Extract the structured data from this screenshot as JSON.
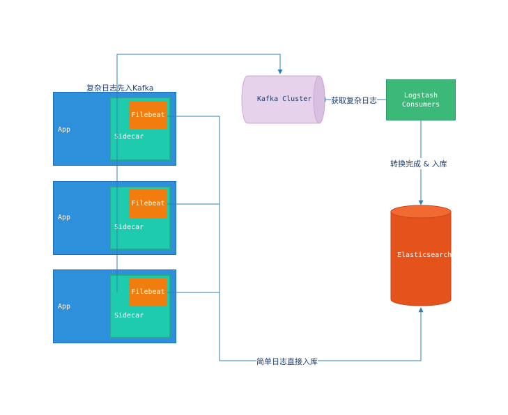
{
  "apps": [
    {
      "app_label": "App",
      "sidecar_label": "Sidecar",
      "filebeat_label": "Filebeat"
    },
    {
      "app_label": "App",
      "sidecar_label": "Sidecar",
      "filebeat_label": "Filebeat"
    },
    {
      "app_label": "App",
      "sidecar_label": "Sidecar",
      "filebeat_label": "Filebeat"
    }
  ],
  "kafka": {
    "label": "Kafka Cluster"
  },
  "logstash": {
    "line1": "Logstash",
    "line2": "Consumers"
  },
  "elasticsearch": {
    "label": "Elasticsearch"
  },
  "edges": {
    "complex_to_kafka": "复杂日志先入Kafka",
    "fetch_complex": "获取复杂日志",
    "transform_store": "转换完成 & 入库",
    "simple_direct": "简单日志直接入库"
  },
  "colors": {
    "app": "#2e8fdb",
    "sidecar": "#1ecbae",
    "filebeat": "#f07d0d",
    "kafka": "#e6d2ea",
    "logstash": "#3cb878",
    "elasticsearch": "#e5531d",
    "connector": "#2f7fb5"
  }
}
